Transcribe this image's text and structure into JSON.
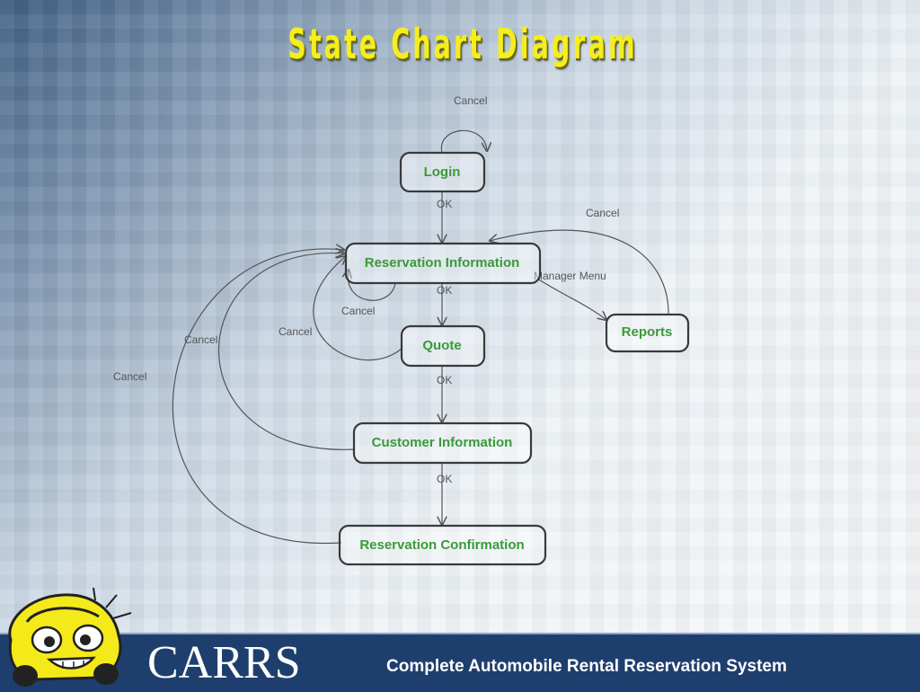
{
  "slide": {
    "title": "State Chart Diagram",
    "brand": "CARRS",
    "tagline": "Complete Automobile Rental Reservation System"
  },
  "diagram": {
    "states": [
      {
        "id": "login",
        "label": "Login"
      },
      {
        "id": "reservation-information",
        "label": "Reservation Information"
      },
      {
        "id": "quote",
        "label": "Quote"
      },
      {
        "id": "customer-information",
        "label": "Customer Information"
      },
      {
        "id": "reservation-confirmation",
        "label": "Reservation Confirmation"
      },
      {
        "id": "reports",
        "label": "Reports"
      }
    ],
    "transitions": [
      {
        "from": "login",
        "to": "login",
        "label": "Cancel"
      },
      {
        "from": "login",
        "to": "reservation-information",
        "label": "OK"
      },
      {
        "from": "reservation-information",
        "to": "reservation-information",
        "label": "Cancel"
      },
      {
        "from": "reservation-information",
        "to": "quote",
        "label": "OK"
      },
      {
        "from": "reservation-information",
        "to": "reports",
        "label": "Manager Menu"
      },
      {
        "from": "reports",
        "to": "reservation-information",
        "label": "Cancel"
      },
      {
        "from": "quote",
        "to": "customer-information",
        "label": "OK"
      },
      {
        "from": "quote",
        "to": "reservation-information",
        "label": "Cancel"
      },
      {
        "from": "customer-information",
        "to": "reservation-confirmation",
        "label": "OK"
      },
      {
        "from": "customer-information",
        "to": "reservation-information",
        "label": "Cancel"
      },
      {
        "from": "reservation-confirmation",
        "to": "reservation-information",
        "label": "Cancel"
      }
    ]
  },
  "icons": {
    "mascot": "cartoon-yellow-car-icon"
  }
}
